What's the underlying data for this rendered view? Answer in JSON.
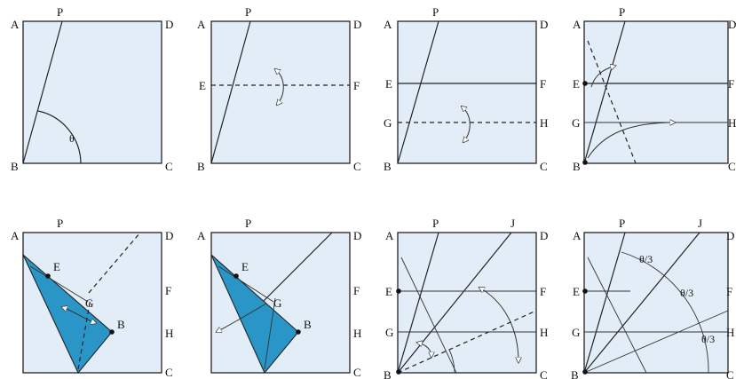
{
  "steps": [
    {
      "step": 1,
      "labels": [
        "A",
        "P",
        "D",
        "B",
        "C"
      ],
      "angle": "θ"
    },
    {
      "step": 2,
      "labels": [
        "A",
        "P",
        "D",
        "E",
        "F",
        "B",
        "C"
      ]
    },
    {
      "step": 3,
      "labels": [
        "A",
        "P",
        "D",
        "E",
        "F",
        "G",
        "H",
        "B",
        "C"
      ]
    },
    {
      "step": 4,
      "labels": [
        "A",
        "P",
        "D",
        "E",
        "F",
        "G",
        "H",
        "B",
        "C"
      ]
    },
    {
      "step": 5,
      "labels": [
        "A",
        "P",
        "D",
        "E",
        "G",
        "F",
        "H",
        "B",
        "C"
      ]
    },
    {
      "step": 6,
      "labels": [
        "A",
        "P",
        "D",
        "E",
        "G",
        "F",
        "H",
        "B",
        "C"
      ]
    },
    {
      "step": 7,
      "labels": [
        "A",
        "P",
        "J",
        "D",
        "E",
        "F",
        "G",
        "H",
        "B",
        "C"
      ]
    },
    {
      "step": 8,
      "labels": [
        "A",
        "P",
        "J",
        "D",
        "E",
        "F",
        "G",
        "H",
        "B",
        "C"
      ],
      "angles": [
        "θ/3",
        "θ/3",
        "θ/3"
      ]
    }
  ]
}
